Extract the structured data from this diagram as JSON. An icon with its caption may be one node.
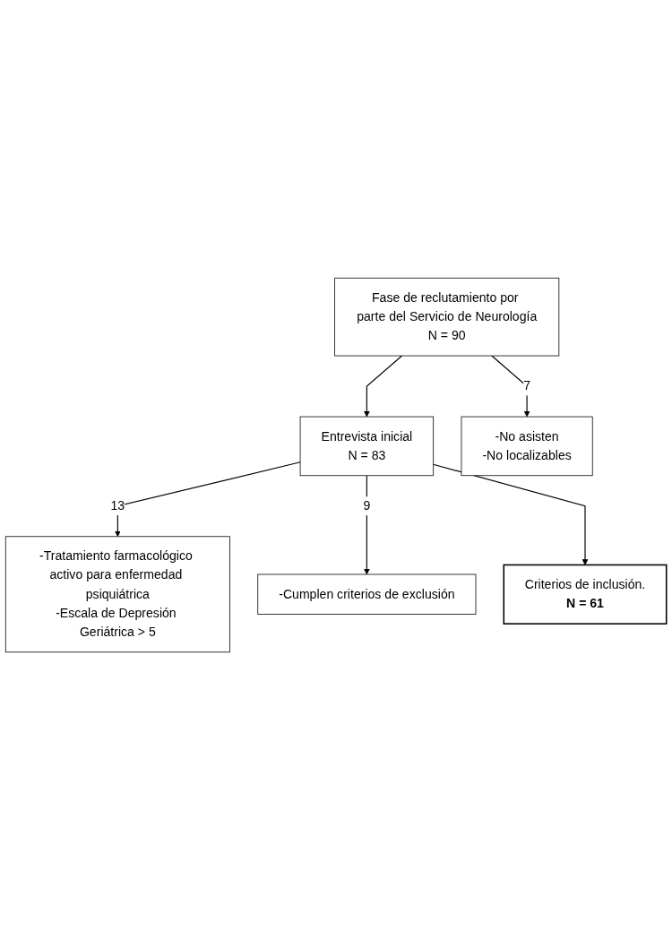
{
  "diagram": {
    "nodes": [
      {
        "text": [
          "Fase de reclutamiento por parte del Servicio de Neurología",
          "N = 90"
        ]
      },
      {
        "text": [
          "-No asisten",
          "-No localizables"
        ]
      },
      {
        "text": [
          "Entrevista inicial",
          "N = 83"
        ]
      },
      {
        "text": [
          "-Tratamiento farmacológico activo para enfermedad psiquiátrica",
          "-Escala de Depresión Geriátrica > 5"
        ]
      },
      {
        "text": [
          "-Cumplen criterios de exclusión"
        ]
      },
      {
        "text": [
          "Criterios de inclusión.",
          "N = 61"
        ]
      }
    ],
    "edges": [
      {
        "from": 0,
        "to": 2,
        "arrow": "to"
      },
      {
        "from": 0,
        "to": 1,
        "label": "7",
        "arrow": "to"
      },
      {
        "from": 2,
        "to": 3,
        "label": "13",
        "arrow": "to"
      },
      {
        "from": 2,
        "to": 4,
        "label": "9",
        "arrow": "to"
      },
      {
        "from": 2,
        "to": 5,
        "arrow": "to"
      }
    ]
  }
}
